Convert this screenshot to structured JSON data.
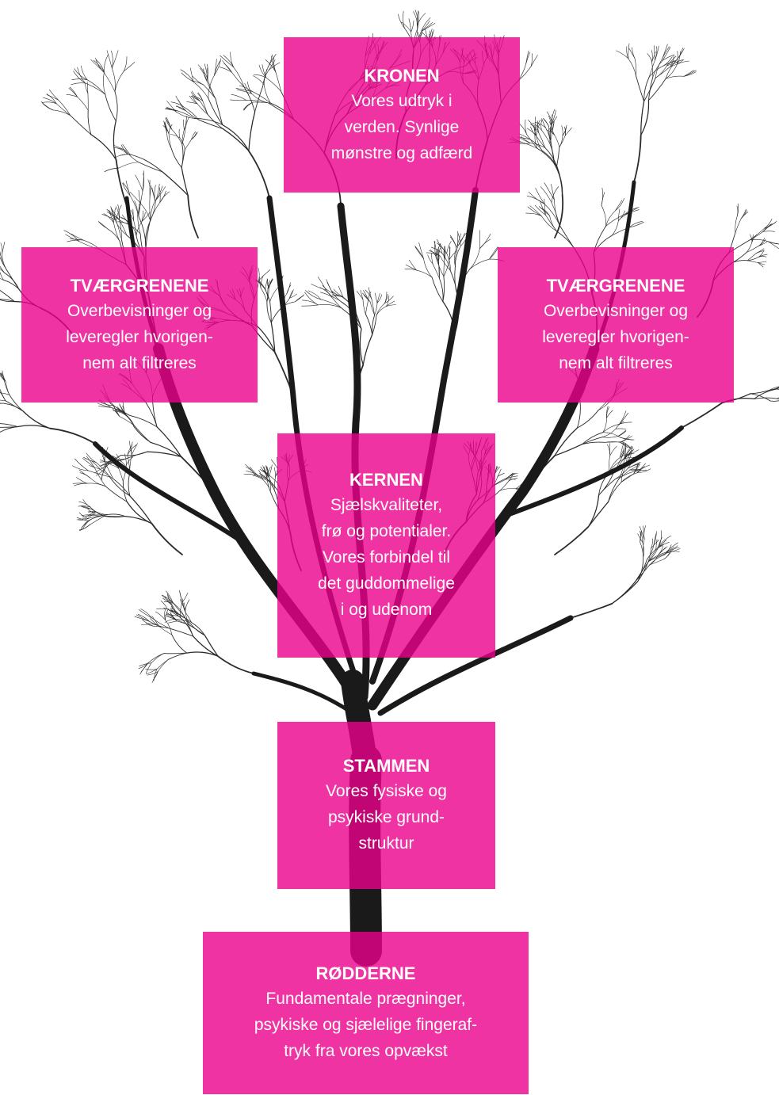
{
  "colors": {
    "box_fill": "#ec008c",
    "box_text": "#ffffff",
    "tree": "#1a1a1a"
  },
  "tree_icon": "bare-tree-illustration",
  "boxes": {
    "kronen": {
      "title": "KRONEN",
      "text": "Vores udtryk i\nverden. Synlige\nmønstre og adfærd"
    },
    "tvaergrenene_left": {
      "title": "TVÆRGRENENE",
      "text": "Overbevisninger og\nleveregler hvorigen-\nnem alt filtreres"
    },
    "tvaergrenene_right": {
      "title": "TVÆRGRENENE",
      "text": "Overbevisninger og\nleveregler hvorigen-\nnem alt filtreres"
    },
    "kernen": {
      "title": "KERNEN",
      "text": "Sjælskvaliteter,\nfrø og potentialer.\nVores forbindel til\ndet guddommelige\ni og udenom"
    },
    "stammen": {
      "title": "STAMMEN",
      "text": "Vores fysiske og\npsykiske grund-\nstruktur"
    },
    "rodderne": {
      "title": "RØDDERNE",
      "text": "Fundamentale prægninger,\npsykiske og sjælelige fingeraf-\ntryk fra vores opvækst"
    }
  }
}
